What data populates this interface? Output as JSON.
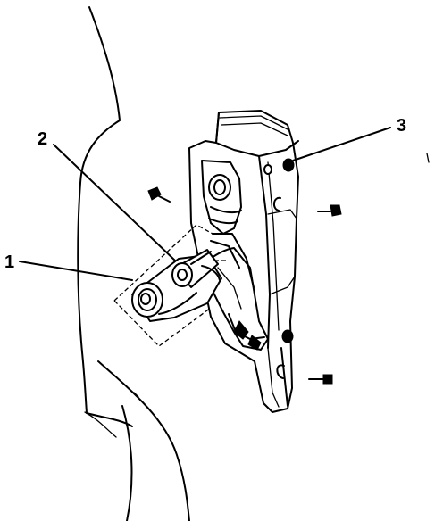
{
  "callouts": [
    {
      "id": "callout-1",
      "label": "1"
    },
    {
      "id": "callout-2",
      "label": "2"
    },
    {
      "id": "callout-3",
      "label": "3"
    }
  ],
  "icons": [
    "bolt-icon",
    "bolt-icon",
    "bolt-icon"
  ],
  "colors": {
    "ink": "#000000",
    "paper": "#ffffff"
  }
}
